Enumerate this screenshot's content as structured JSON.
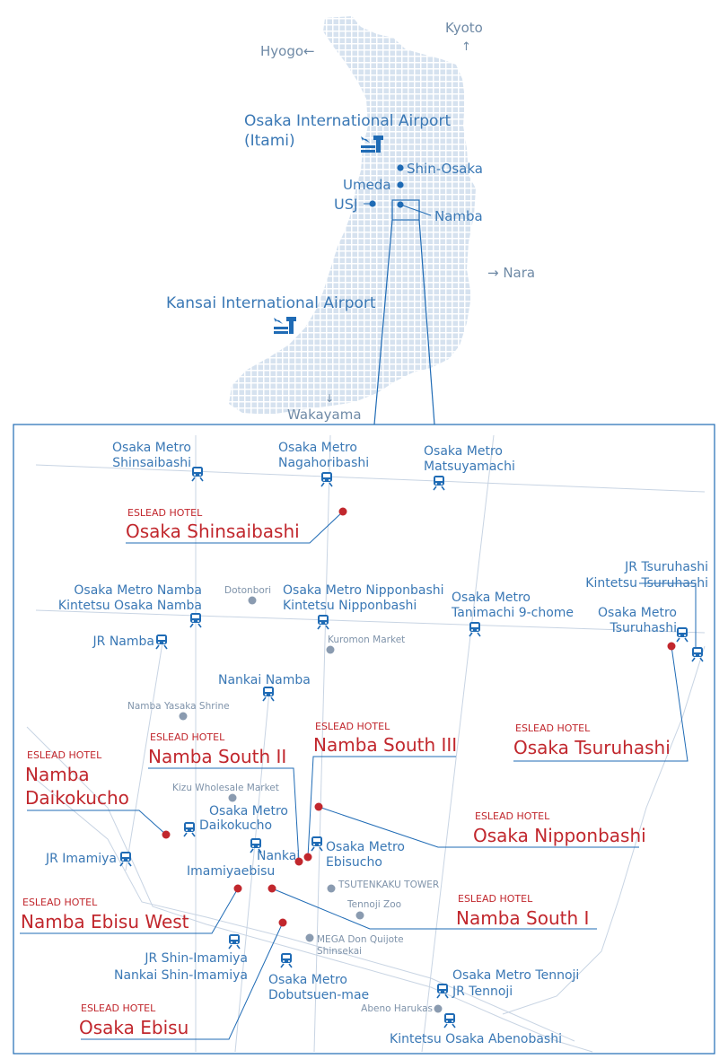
{
  "colors": {
    "accent_blue": "#1f6bb5",
    "hotel_red": "#c1272d",
    "landmark_gray": "#8a9bb0",
    "label_blue": "#3a78b5",
    "prefecture_fill": "#dfe8f2"
  },
  "overview": {
    "directions": {
      "hyogo": "Hyogo←",
      "kyoto": "Kyoto",
      "kyoto_arrow": "↑",
      "nara": "→ Nara",
      "wakayama": "Wakayama",
      "wakayama_arrow": "↓"
    },
    "itami_airport": {
      "line1": "Osaka International Airport",
      "line2": "(Itami)",
      "icon": "airport-icon"
    },
    "kansai_airport": {
      "line1": "Kansai International Airport",
      "icon": "airport-icon"
    },
    "places": {
      "shin_osaka": "Shin-Osaka",
      "umeda": "Umeda",
      "usj": "USJ",
      "namba": "Namba"
    }
  },
  "stations": {
    "shinsaibashi": [
      "Osaka Metro",
      "Shinsaibashi"
    ],
    "nagahoribashi": [
      "Osaka Metro",
      "Nagahoribashi"
    ],
    "matsuyamachi": [
      "Osaka Metro",
      "Matsuyamachi"
    ],
    "jr_tsuruhashi": [
      "JR Tsuruhashi",
      "Kintetsu Tsuruhashi"
    ],
    "metro_namba": [
      "Osaka Metro Namba",
      "Kintetsu Osaka Namba"
    ],
    "metro_nipponbashi": [
      "Osaka Metro Nipponbashi",
      "Kintetsu Nipponbashi"
    ],
    "tanimachi": [
      "Osaka Metro",
      "Tanimachi 9-chome"
    ],
    "metro_tsuruhashi": [
      "Osaka Metro",
      "Tsuruhashi"
    ],
    "jr_namba": "JR Namba",
    "nankai_namba": "Nankai Namba",
    "metro_daikokucho": [
      "Osaka Metro",
      "Daikokucho"
    ],
    "metro_ebisucho": [
      "Osaka Metro",
      "Ebisucho"
    ],
    "jr_imamiya": "JR Imamiya",
    "nankai_imamiyaebisu": [
      "Nankai",
      "Imamiyaebisu"
    ],
    "jr_shin_imamiya": [
      "JR Shin-Imamiya",
      "Nankai Shin-Imamiya"
    ],
    "dobutsuen": [
      "Osaka Metro",
      "Dobutsuen-mae"
    ],
    "tennoji": [
      "Osaka Metro Tennoji",
      "JR Tennoji"
    ],
    "abenobashi": "Kintetsu Osaka Abenobashi"
  },
  "landmarks": {
    "dotonbori": "Dotonbori",
    "kuromon": "Kuromon Market",
    "yasaka": "Namba Yasaka Shrine",
    "kizu": "Kizu Wholesale Market",
    "tsutenkaku": "TSUTENKAKU TOWER",
    "tennoji_zoo": "Tennoji Zoo",
    "mega_donki": [
      "MEGA Don Quijote",
      "Shinsekai"
    ],
    "abeno_harukas": "Abeno Harukas"
  },
  "hotels": {
    "brand": "ESLEAD HOTEL",
    "shinsaibashi": "Osaka Shinsaibashi",
    "tsuruhashi": "Osaka Tsuruhashi",
    "namba_south_2": "Namba South II",
    "namba_south_3": "Namba South III",
    "daikokucho": [
      "Namba",
      "Daikokucho"
    ],
    "nipponbashi": "Osaka Nipponbashi",
    "ebisu_west": "Namba Ebisu West",
    "namba_south_1": "Namba South I",
    "ebisu": "Osaka Ebisu"
  }
}
